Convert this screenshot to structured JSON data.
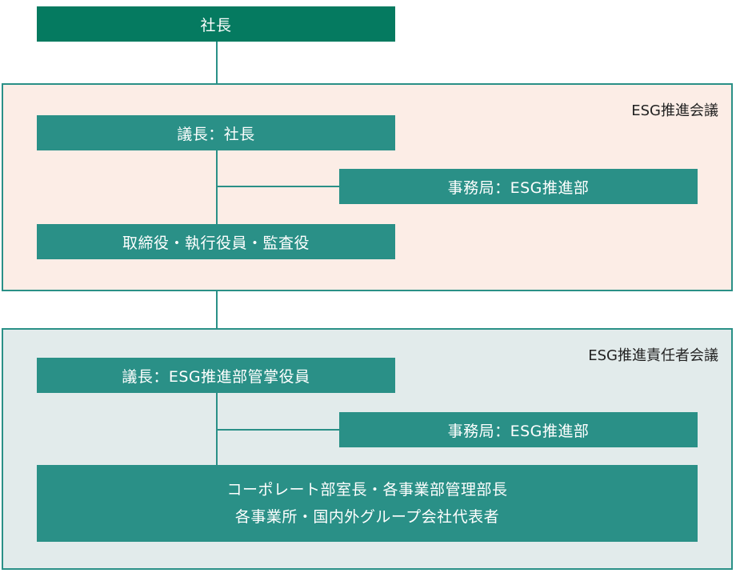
{
  "colors": {
    "top_box": "#057a60",
    "box": "#2a9087",
    "panel1_bg": "#fcede6",
    "panel2_bg": "#e2ebeb"
  },
  "president": "社長",
  "esg_council": {
    "title": "ESG推進会議",
    "chair": "議長：社長",
    "secretariat": "事務局：ESG推進部",
    "members": "取締役・執行役員・監査役"
  },
  "esg_responsible_council": {
    "title": "ESG推進責任者会議",
    "chair": "議長：ESG推進部管掌役員",
    "secretariat": "事務局：ESG推進部",
    "members_line1": "コーポレート部室長・各事業部管理部長",
    "members_line2": "各事業所・国内外グループ会社代表者"
  }
}
